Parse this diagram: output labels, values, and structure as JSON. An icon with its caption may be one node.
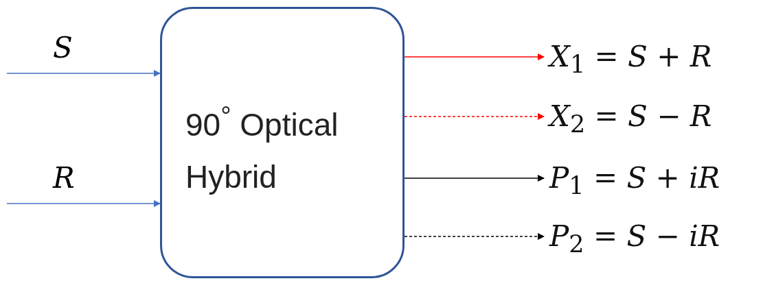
{
  "diagram": {
    "nodes": [
      {
        "text": [
          "90$^{°}$ Optical Hybrid"
        ]
      },
      {
        "text": [
          "*X*$_{1}$ = *S* + *R*"
        ]
      },
      {
        "text": [
          "*X*$_{2}$ = *S* − *R*"
        ]
      },
      {
        "text": [
          "*P*$_{1}$ = *S* + *iR*"
        ]
      },
      {
        "text": [
          "*P*$_{2}$ = *S* − *iR*"
        ]
      }
    ],
    "edges": [
      {
        "from": null,
        "to": 0,
        "arrow": "to",
        "label": "S",
        "color": "#4472c4"
      },
      {
        "from": null,
        "to": 0,
        "arrow": "to",
        "label": "R",
        "color": "#4472c4"
      },
      {
        "from": 0,
        "to": 1,
        "arrow": "to",
        "color": "#ff0000"
      },
      {
        "from": 0,
        "to": 2,
        "arrow": "to",
        "style": "dashed",
        "color": "#ff0000"
      },
      {
        "from": 0,
        "to": 3,
        "arrow": "to",
        "color": "#000000"
      },
      {
        "from": 0,
        "to": 4,
        "arrow": "to",
        "style": "dashed",
        "color": "#000000"
      }
    ]
  }
}
